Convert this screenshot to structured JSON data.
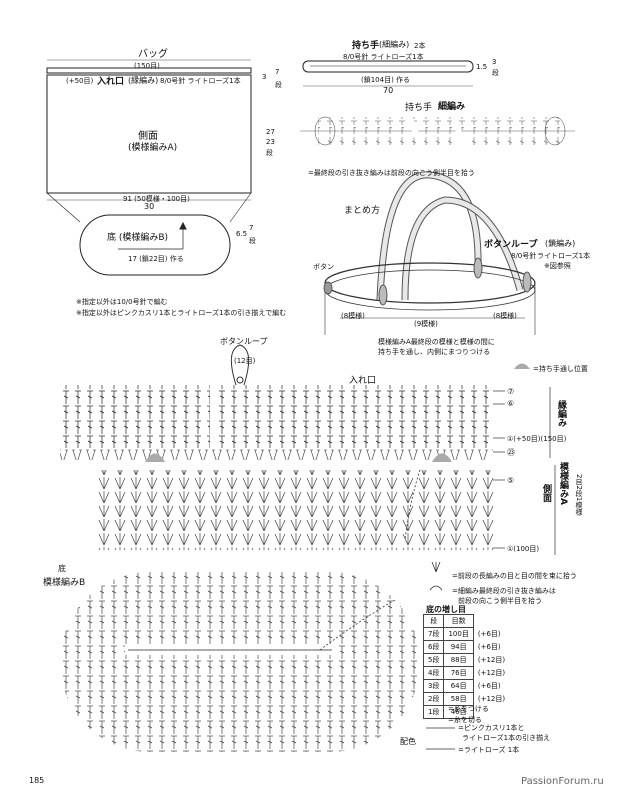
{
  "bag": {
    "title": "バッグ",
    "top_width": "(150目)",
    "opening_add": "(+50目)",
    "opening_label": "入れ口",
    "opening_stitch": "(縁編み)",
    "opening_note": "8/0号針 ライトローズ1本",
    "height_top_a": "3",
    "height_top_b": "7",
    "height_top_c": "段",
    "side_label": "側面",
    "side_pattern": "(模様編みA)",
    "side_height_a": "27",
    "side_height_b": "23",
    "side_height_c": "段",
    "bottom_stitches": "91 (50模様・100目)",
    "width_cm": "30",
    "base_label": "底 (模様編みB)",
    "base_chain": "17 (鎖22目) 作る",
    "base_height_a": "6.5",
    "base_height_b": "7",
    "base_height_c": "段",
    "note1": "※指定以外は10/0号針で編む",
    "note2": "※指定以外はピンクカスリ1本とライトローズ1本の引き揃えで編む"
  },
  "handle": {
    "title": "持ち手",
    "title_stitch": "(細編み)",
    "count": "2本",
    "needle": "8/0号針 ライトローズ1本",
    "chain": "(鎖104目) 作る",
    "length": "70",
    "height_a": "1.5",
    "height_b": "3",
    "height_c": "段",
    "chart_title": "持ち手",
    "chart_stitch": "細編み",
    "note": "=最終段の引き抜き編みは前段の向こう側半目を拾う"
  },
  "assembly": {
    "title": "まとめ方",
    "loop_title": "ボタンループ",
    "loop_stitch": "(鎖編み)",
    "loop_needle": "8/0号針",
    "loop_yarn": "ライトローズ1本",
    "loop_ref": "※図参照",
    "button": "ボタン",
    "seg_left": "(8模様)",
    "seg_mid": "(9模様)",
    "seg_right": "(8模様)",
    "note1": "模様編みA最終段の模様と模様の間に",
    "note2": "持ち手を通し、内側にまつりつける"
  },
  "chart": {
    "button_loop": "ボタンループ",
    "loop_count": "(12目)",
    "opening": "入れ口",
    "handle_pos": "=持ち手通し位置",
    "edging_label": "縁編み",
    "side_label": "側面",
    "pattern_a": "模様編みA",
    "repeat_note": "2目2段1模様",
    "row7": "⑦",
    "row6": "⑥",
    "row1_count": "①(+50目)(150目)",
    "row23": "㉓",
    "row5": "⑤",
    "row1_side": "①(100目)",
    "base_title": "底",
    "pattern_b": "模様編みB",
    "legend1": "=前段の長編みの目と目の間を束に拾う",
    "legend2a": "=細編み最終段の引き抜き編みは",
    "legend2b": "前段の向こう側半目を拾う",
    "increase_title": "底の増し目",
    "legend_attach": "=糸をつける",
    "legend_cut": "=糸を切る",
    "color_label": "配色",
    "color1a": "=ピンクカスリ1本と",
    "color1b": "ライトローズ1本の引き揃え",
    "color2": "=ライトローズ 1本"
  },
  "increase_table": {
    "headers": [
      "段",
      "目数",
      ""
    ],
    "rows": [
      [
        "7段",
        "100目",
        "(+6目)"
      ],
      [
        "6段",
        "94目",
        "(+6目)"
      ],
      [
        "5段",
        "88目",
        "(+12目)"
      ],
      [
        "4段",
        "76目",
        "(+12目)"
      ],
      [
        "3段",
        "64目",
        "(+6目)"
      ],
      [
        "2段",
        "58目",
        "(+12目)"
      ],
      [
        "1段",
        "46目",
        ""
      ]
    ]
  },
  "page_number": "185",
  "watermark": "PassionForum.ru"
}
